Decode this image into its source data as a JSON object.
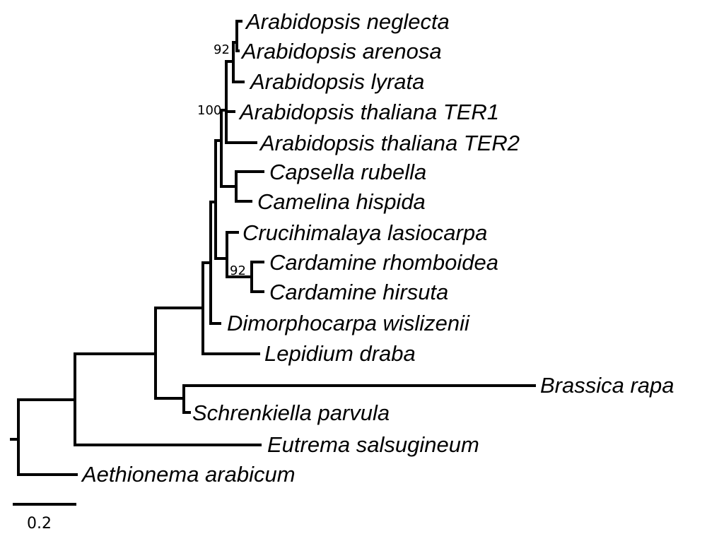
{
  "tree": {
    "taxa": [
      "Arabidopsis neglecta",
      "Arabidopsis arenosa",
      "Arabidopsis lyrata",
      "Arabidopsis thaliana TER1",
      "Arabidopsis thaliana TER2",
      "Capsella rubella",
      "Camelina hispida",
      "Crucihimalaya lasiocarpa",
      "Cardamine rhomboidea",
      "Cardamine hirsuta",
      "Dimorphocarpa wislizenii",
      "Lepidium draba",
      "Brassica rapa",
      "Schrenkiella parvula",
      "Eutrema salsugineum",
      "Aethionema arabicum"
    ],
    "support_values": [
      "92",
      "100",
      "92"
    ]
  },
  "scale_bar": {
    "label": "0.2"
  }
}
